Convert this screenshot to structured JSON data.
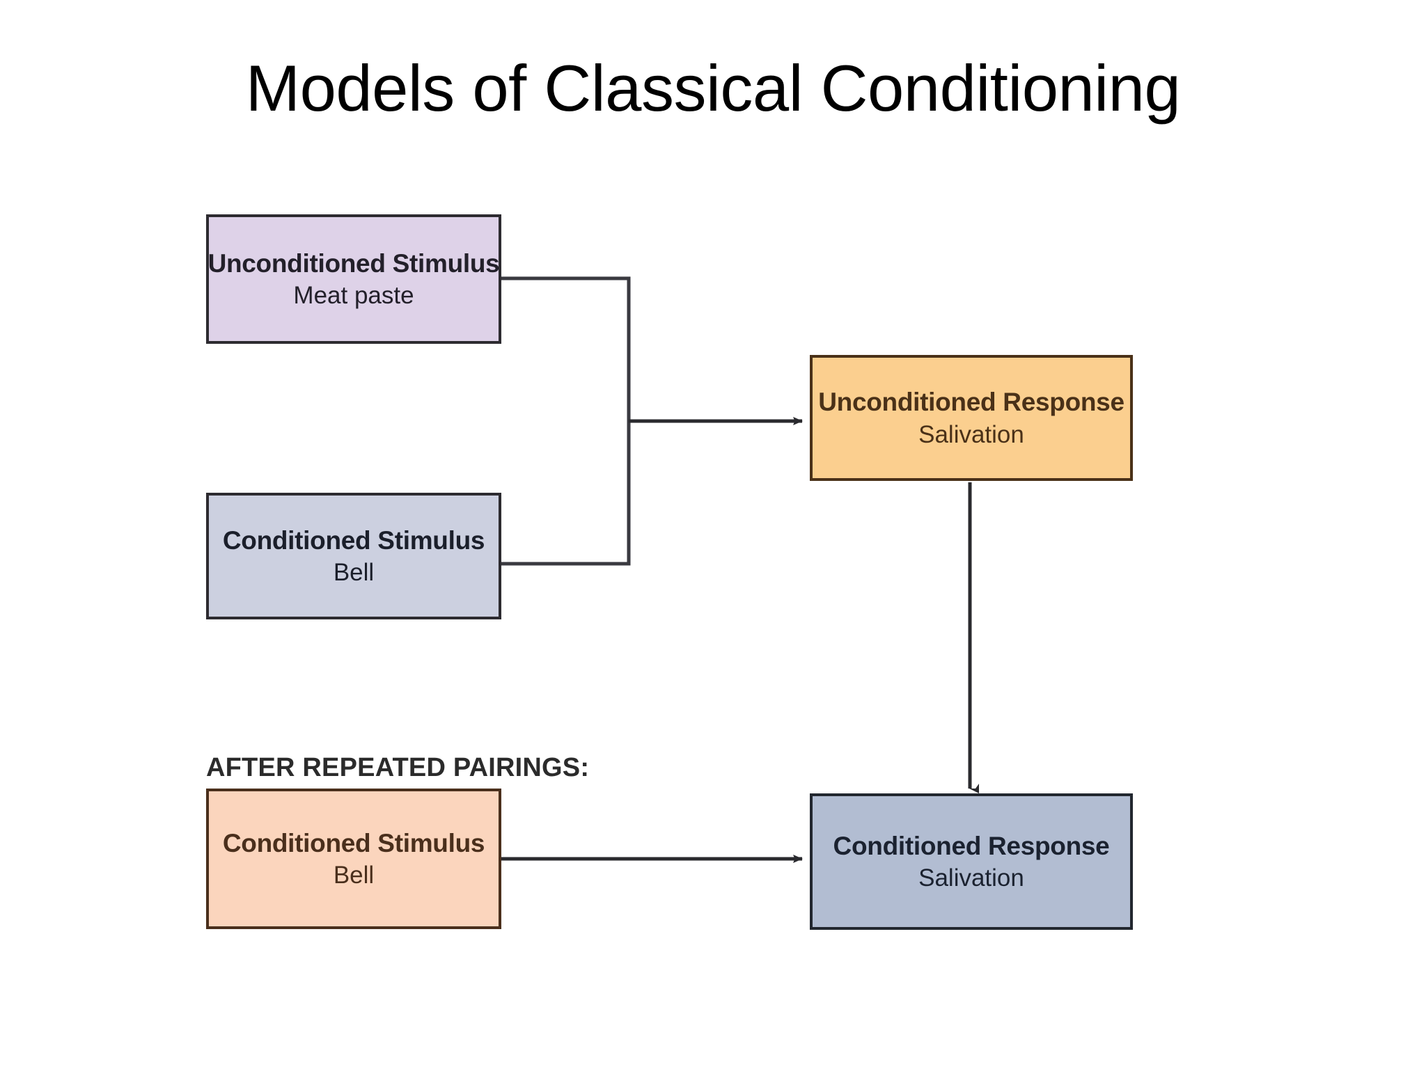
{
  "slide": {
    "title": "Models of Classical Conditioning",
    "background_color": "#ffffff"
  },
  "diagram": {
    "type": "flowchart",
    "section_label": "AFTER REPEATED PAIRINGS:",
    "nodes": [
      {
        "id": "unconditioned-stimulus",
        "title": "Unconditioned Stimulus",
        "subtitle": "Meat paste",
        "fill_color": "#ded2e8",
        "border_color": "#2d2b30",
        "text_color": "#23202a"
      },
      {
        "id": "conditioned-stimulus-before",
        "title": "Conditioned Stimulus",
        "subtitle": "Bell",
        "fill_color": "#ccd0e0",
        "border_color": "#2d2b30",
        "text_color": "#1b1f2b"
      },
      {
        "id": "unconditioned-response",
        "title": "Unconditioned Response",
        "subtitle": "Salivation",
        "fill_color": "#fbcf8f",
        "border_color": "#4a3118",
        "text_color": "#4a3118"
      },
      {
        "id": "conditioned-stimulus-after",
        "title": "Conditioned Stimulus",
        "subtitle": "Bell",
        "fill_color": "#fbd5bd",
        "border_color": "#4a2f1c",
        "text_color": "#4a2f1c"
      },
      {
        "id": "conditioned-response",
        "title": "Conditioned Response",
        "subtitle": "Salivation",
        "fill_color": "#b2bdd2",
        "border_color": "#22272f",
        "text_color": "#1b2230"
      }
    ],
    "connectors": [
      {
        "id": "us-cs-bracket-to-ur",
        "from": [
          "unconditioned-stimulus",
          "conditioned-stimulus-before"
        ],
        "to": "unconditioned-response",
        "style": "bracket-with-arrow",
        "color": "#3a3a40"
      },
      {
        "id": "ur-to-cr",
        "from": "unconditioned-response",
        "to": "conditioned-response",
        "style": "vertical-arrow",
        "color": "#2a2a2e"
      },
      {
        "id": "cs-after-to-cr",
        "from": "conditioned-stimulus-after",
        "to": "conditioned-response",
        "style": "horizontal-arrow",
        "color": "#2a2a2e"
      }
    ]
  }
}
